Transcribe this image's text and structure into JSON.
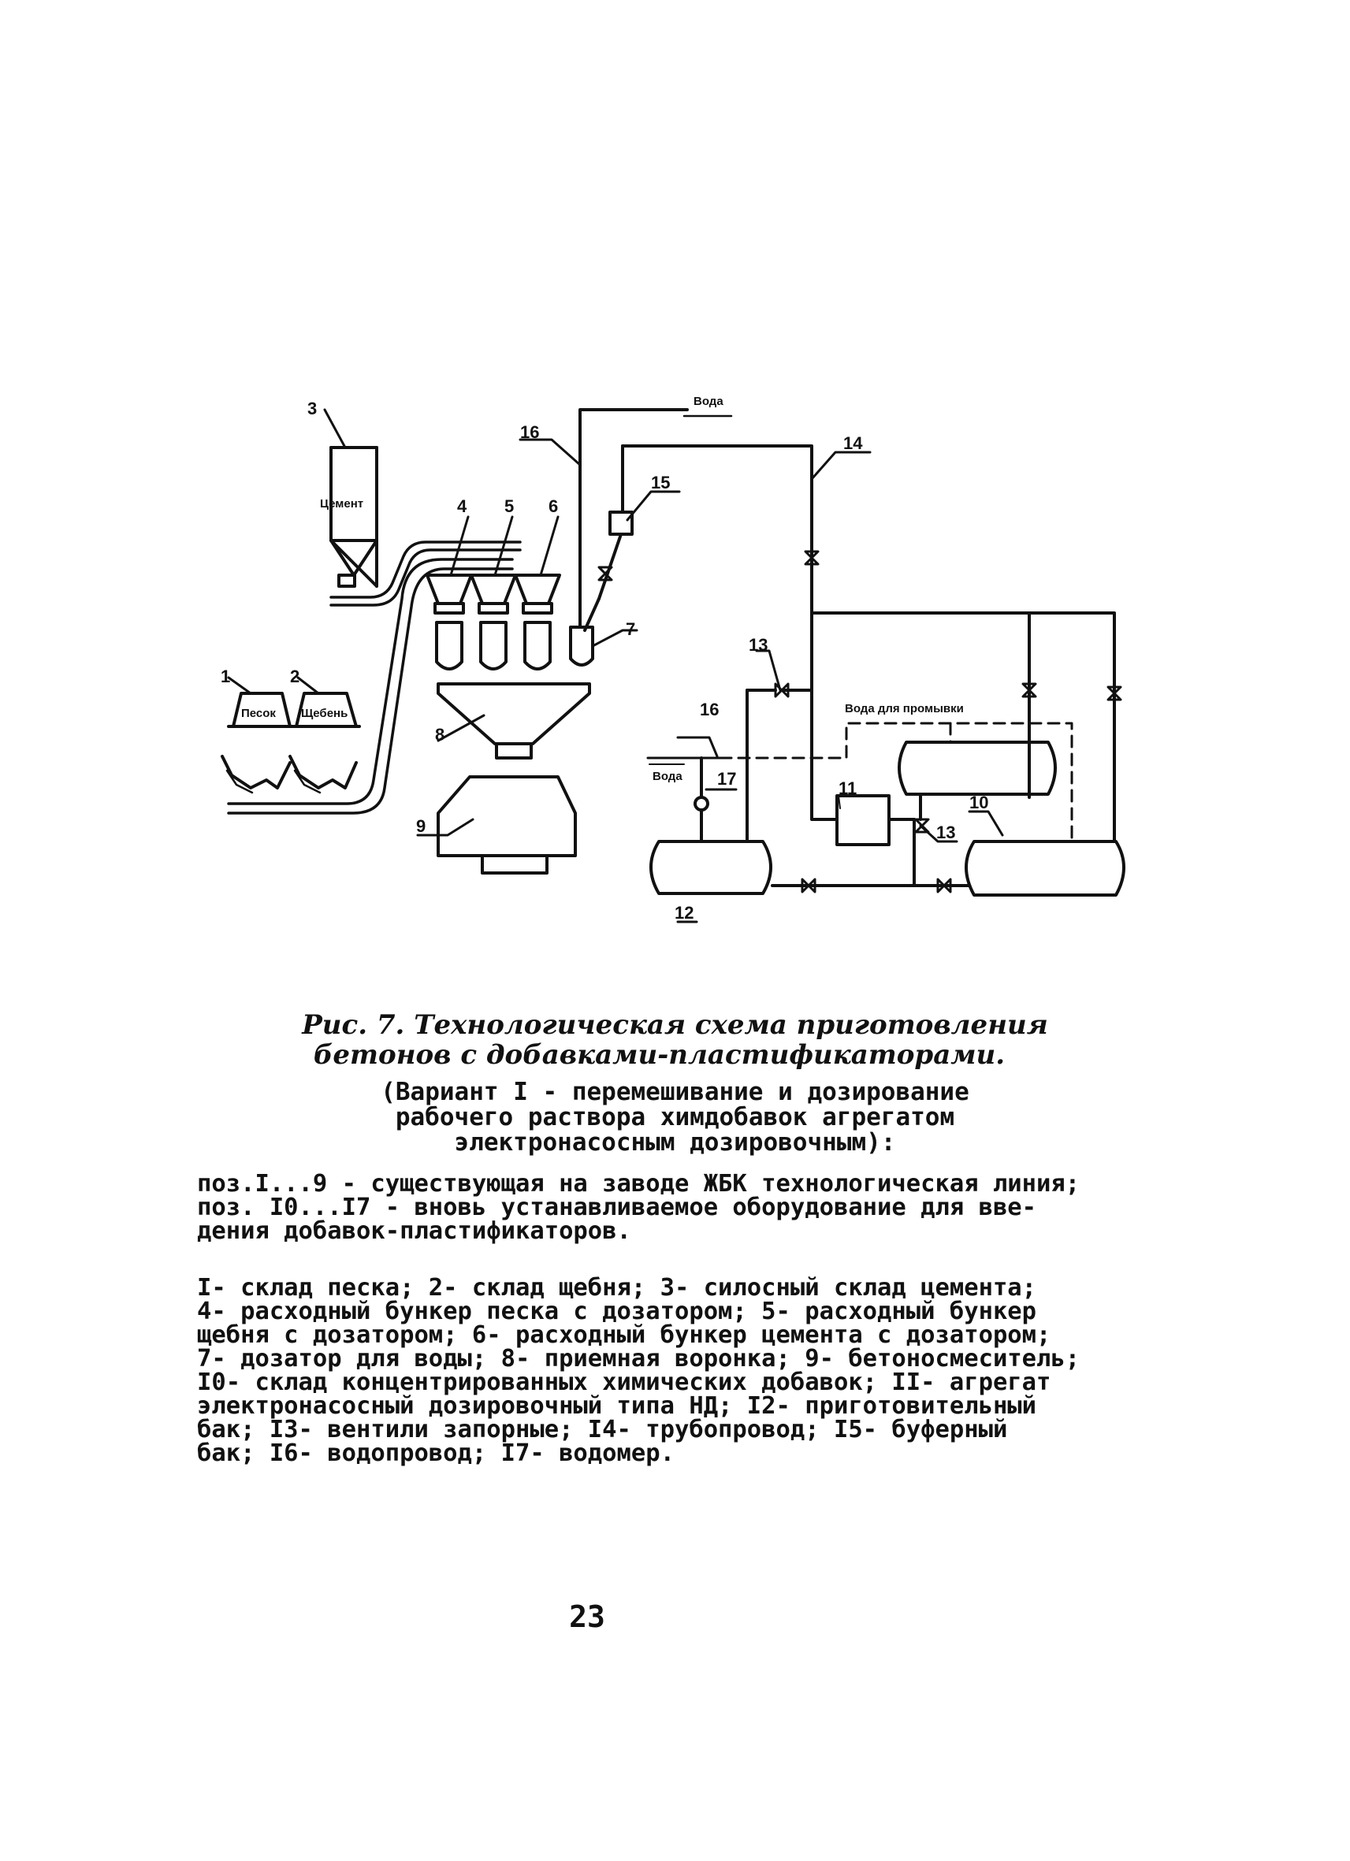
{
  "diagram": {
    "labels": {
      "n1": "1",
      "n2": "2",
      "n3": "3",
      "n4": "4",
      "n5": "5",
      "n6": "6",
      "n7": "7",
      "n8": "8",
      "n9": "9",
      "n10": "10",
      "n11": "11",
      "n12": "12",
      "n13a": "13",
      "n13b": "13",
      "n14": "14",
      "n15": "15",
      "n16a": "16",
      "n16b": "16",
      "n17": "17",
      "pesok": "Песок",
      "shcheben": "Щебень",
      "cement": "Цемент",
      "voda_top": "Вода",
      "voda_left": "Вода",
      "voda_flush": "Вода для промывки"
    }
  },
  "caption": {
    "line1": "Рис. 7. Технологическая схема приготовления",
    "line2": "бетонов с добавками-пластификаторами."
  },
  "variant": {
    "line1": "(Вариант I - перемешивание и дозирование",
    "line2": "рабочего раствора химдобавок агрегатом",
    "line3": "электронасосным дозировочным):"
  },
  "positions": [
    "поз.I...9 - существующая на заводе ЖБК технологическая линия;",
    "поз. I0...I7 - вновь устанавливаемое оборудование для вве-",
    "дения добавок-пластификаторов."
  ],
  "legend": [
    "I- склад песка; 2- склад щебня; 3- силосный склад цемента;",
    "4- расходный бункер песка с дозатором; 5- расходный бункер",
    "щебня с дозатором; 6- расходный бункер цемента с дозатором;",
    "7- дозатор для воды; 8- приемная воронка; 9- бетоносмеситель;",
    "I0- склад концентрированных химических добавок; II- агрегат",
    "электронасосный дозировочный типа НД; I2- приготовительный",
    "бак; I3- вентили запорные; I4- трубопровод; I5- буферный",
    "бак; I6- водопровод; I7- водомер."
  ],
  "page_number": "23"
}
